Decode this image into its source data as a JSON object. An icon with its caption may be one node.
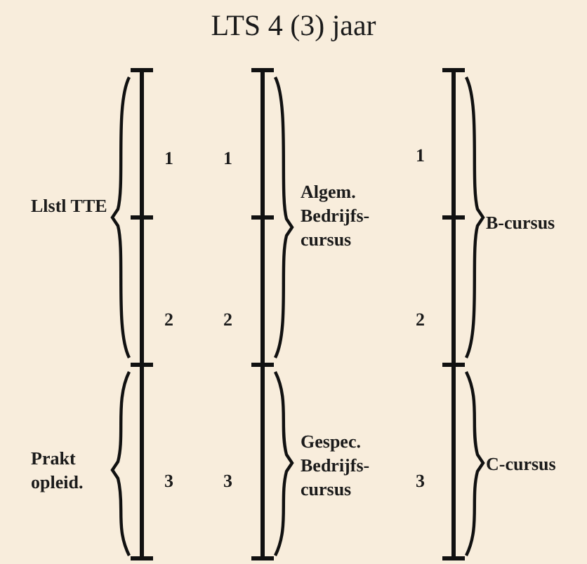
{
  "diagram": {
    "title": "LTS 4 (3) jaar",
    "labels": [
      "1",
      "1",
      "1",
      "Llstl TTE",
      "Algem. Bedrijfs- cursus",
      "B-cursus",
      "2",
      "2",
      "2",
      "Prakt opleid.",
      "3",
      "3",
      "Gespec. Bedrijfs- cursus",
      "3",
      "C-cursus"
    ]
  }
}
